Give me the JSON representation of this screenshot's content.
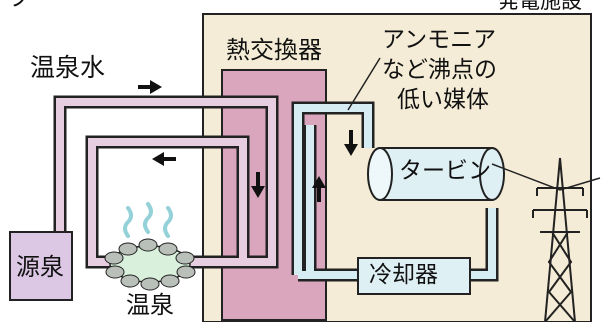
{
  "header": {
    "left": "フ　　　　ー　　　　　",
    "right": "発電施設"
  },
  "labels": {
    "hot_spring_water": "温泉水",
    "heat_exchanger": "熱交換器",
    "medium_line1": "アンモニア",
    "medium_line2": "など沸点の",
    "medium_line3": "低い媒体",
    "turbine": "タービン",
    "cooler": "冷却器",
    "source": "源泉",
    "hot_spring": "温泉"
  },
  "colors": {
    "facility_bg": "#f4ecd6",
    "exchanger": "#d9a6bd",
    "pipe_hot": "#e7cde0",
    "pipe_cool": "#d6ecf3",
    "source_box": "#dcc8e4",
    "turbine": "#dff0f5",
    "steam": "#94d1d8",
    "rocks": "#b9bfb9",
    "pool": "#d8f0dc"
  },
  "icons": [
    "right-arrow-icon",
    "left-arrow-icon",
    "down-arrow-icon",
    "up-arrow-icon",
    "steam-icon",
    "transmission-tower-icon"
  ]
}
